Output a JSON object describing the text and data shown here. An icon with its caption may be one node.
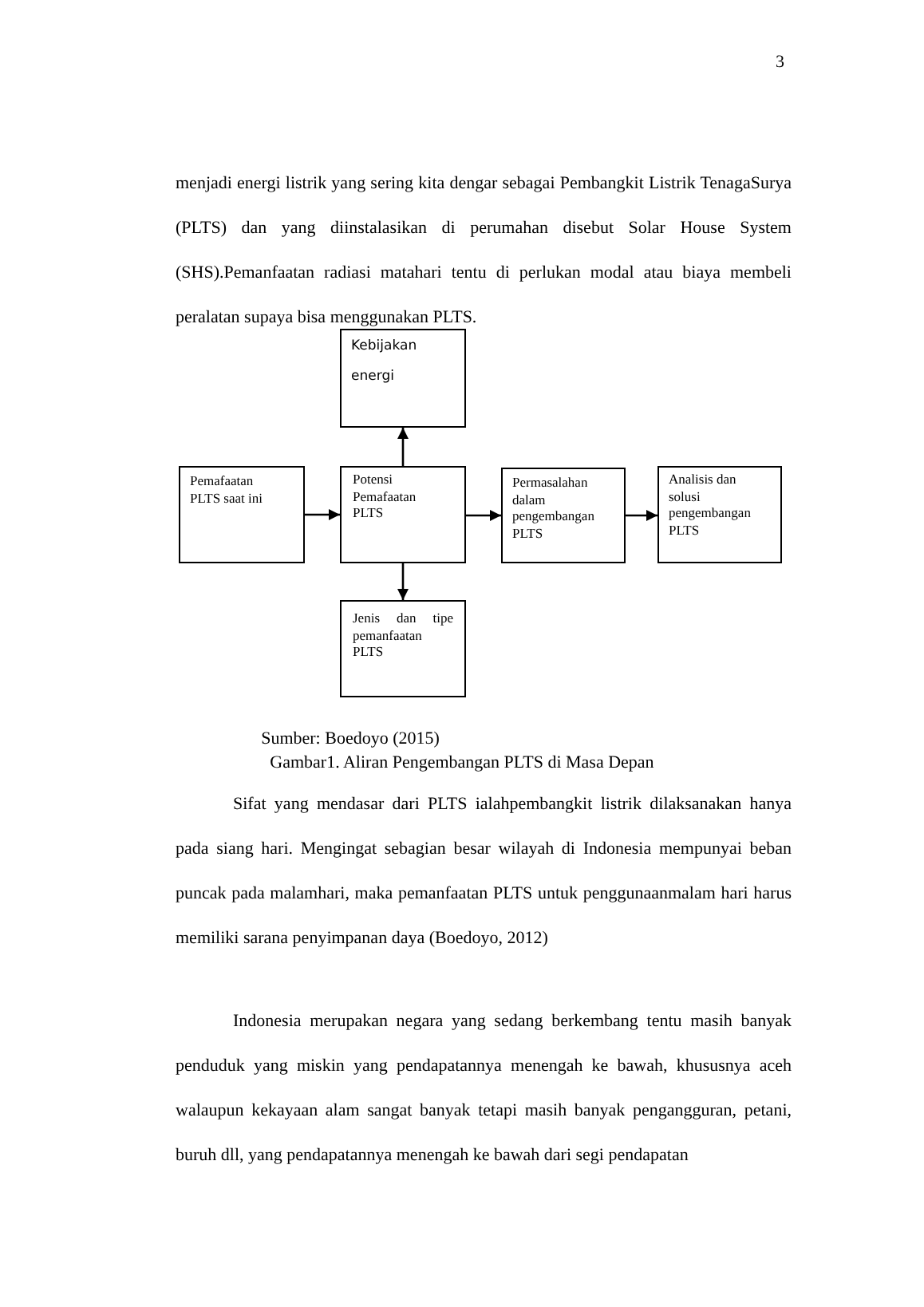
{
  "diagram": {
    "caption": "Gambar1. Aliran Pengembangan PLTS di Masa Depan",
    "nodes": [
      {
        "text": [
          "Kebijakan energi"
        ]
      },
      {
        "text": [
          "Pemafaatan PLTS saat ini"
        ]
      },
      {
        "text": [
          "Potensi Pemafaatan PLTS"
        ]
      },
      {
        "text": [
          "Permasalahan dalam pengembangan PLTS"
        ]
      },
      {
        "text": [
          "Analisis dan solusi pengembangan PLTS"
        ]
      },
      {
        "text": [
          "Jenis dan tipe pemanfaatan PLTS"
        ]
      }
    ],
    "edges": [
      {
        "from": 1,
        "to": 2,
        "arrow": "to"
      },
      {
        "from": 2,
        "to": 0,
        "arrow": "to"
      },
      {
        "from": 2,
        "to": 3,
        "arrow": "to"
      },
      {
        "from": 3,
        "to": 4,
        "arrow": "to"
      },
      {
        "from": 2,
        "to": 5,
        "arrow": "to"
      }
    ],
    "labels": [
      "3",
      "menjadi energi listrik yang sering kita dengar sebagai Pembangkit Listrik TenagaSurya (PLTS) dan yang diinstalasikan di perumahan disebut Solar House System (SHS).Pemanfaatan radiasi matahari tentu di perlukan modal atau biaya membeli peralatan supaya bisa menggunakan PLTS.",
      "Sumber: Boedoyo (2015)",
      "Sifat yang mendasar dari PLTS ialahpembangkit listrik dilaksanakan hanya pada siang hari. Mengingat sebagian besar wilayah di Indonesia mempunyai beban puncak pada malamhari, maka pemanfaatan PLTS untuk penggunaanmalam hari harus memiliki sarana penyimpanan daya (Boedoyo, 2012)",
      "Indonesia merupakan negara yang sedang berkembang tentu masih banyak penduduk yang miskin yang pendapatannya menengah ke bawah, khususnya aceh walaupun kekayaan alam sangat banyak tetapi masih banyak pengangguran, petani, buruh dll, yang pendapatannya menengah ke bawah dari segi pendapatan"
    ]
  }
}
